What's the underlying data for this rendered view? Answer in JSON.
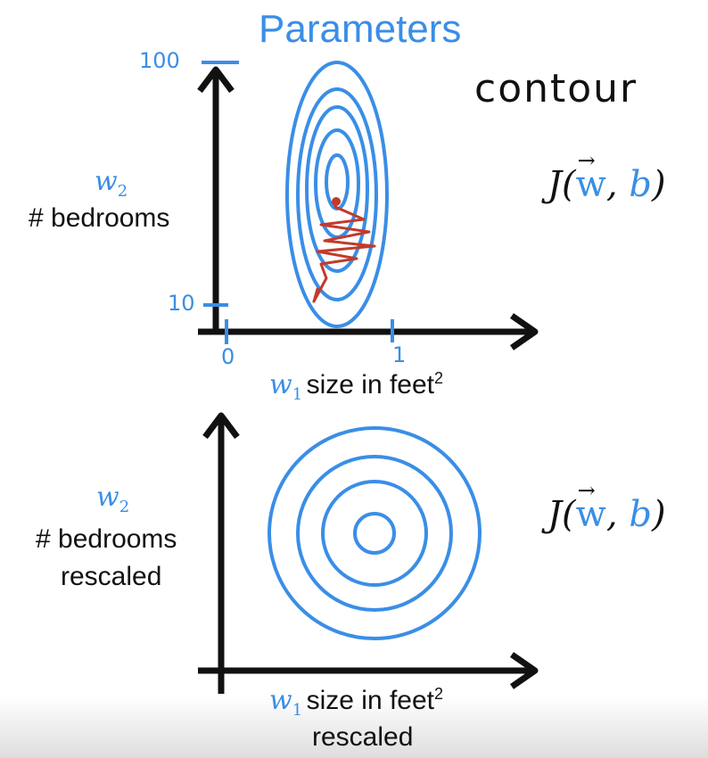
{
  "title": "Parameters",
  "contour_label": "contour",
  "cost_fn": {
    "J": "J(",
    "w": "w",
    "comma": ", ",
    "b": "b",
    "close": ")"
  },
  "top_plot": {
    "w2_var": "w",
    "w2_sub": "2",
    "w2_text": "# bedrooms",
    "w1_var": "w",
    "w1_sub": "1",
    "w1_text": "size in feet",
    "w1_sup": "2",
    "ticks": {
      "y_high": "100",
      "y_low": "10",
      "x_low": "0",
      "x_high": "1"
    }
  },
  "bottom_plot": {
    "w2_var": "w",
    "w2_sub": "2",
    "w2_text": "# bedrooms",
    "w2_text2": "rescaled",
    "w1_var": "w",
    "w1_sub": "1",
    "w1_text": "size in feet",
    "w1_sup": "2",
    "w1_text2": "rescaled"
  },
  "colors": {
    "accent": "#3a8ee6",
    "path": "#c23b2a",
    "axis": "#111111"
  }
}
